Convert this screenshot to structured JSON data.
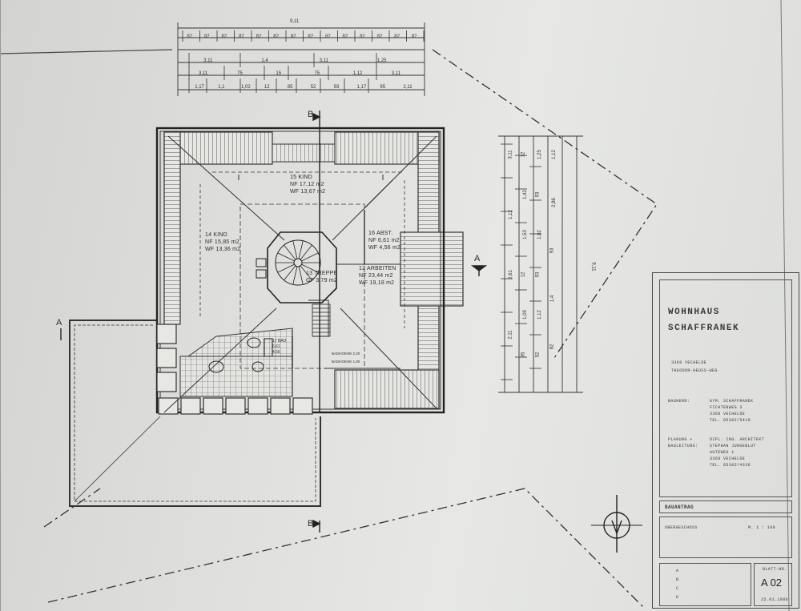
{
  "project": {
    "title_line1": "WOHNHAUS",
    "title_line2": "SCHAFFRANEK",
    "location_line1": "3368 VECHELDE",
    "location_line2": "THEODOR-HEUSS-WEG"
  },
  "bauherr": {
    "label": "BAUHERR:",
    "line1": "GYM. SCHAFFRANEK",
    "line2": "FICHTENWEG 3",
    "line3": "3368 VECHELDE",
    "line4": "TEL. 05302/5410"
  },
  "planung": {
    "label1": "PLANUNG +",
    "label2": "BAULEITUNG:",
    "line1": "DIPL. ING. ARCHITEKT",
    "line2": "STEPHAN JUNGEBLUT",
    "line3": "AUTEWEG 1",
    "line4": "3368 VECHELDE",
    "line5": "TEL. 05302/4336"
  },
  "document": {
    "type": "BAUANTRAG",
    "floor": "OBERGESCHOSS",
    "scale": "M. 1 : 100",
    "sheet_label": "BLATT-NR.",
    "sheet_no": "A 02",
    "date": "15.01.1986",
    "revisions": [
      "A",
      "B",
      "C",
      "D"
    ]
  },
  "rooms": [
    {
      "name": "15 KIND",
      "nf": "NF 17,12 m2",
      "wf": "WF 13,67 m2"
    },
    {
      "name": "14 KIND",
      "nf": "NF 15,85 m2",
      "wf": "WF 13,36 m2"
    },
    {
      "name": "16 ABST.",
      "nf": "NF 6,61 m2",
      "wf": "WF 4,56 m2"
    },
    {
      "name": "13 TREPPE",
      "nf": "GF 3,79 m2",
      "wf": ""
    },
    {
      "name": "12 ARBEITEN",
      "nf": "NF 23,44 m2",
      "wf": "WF 19,18 m2"
    }
  ],
  "bath": {
    "name": "17 BAD",
    "nf": "6,61",
    "wf": "4,56"
  },
  "notes": [
    "BADHOEHE 2,20",
    "BADHOEHE 1,80"
  ],
  "section_marks": {
    "a": "A",
    "b": "B"
  },
  "dims_top": {
    "overall": "9,11",
    "row1": [
      "82",
      "82",
      "82",
      "82",
      "82",
      "82",
      "82",
      "82",
      "82",
      "82",
      "82",
      "82",
      "82",
      "82"
    ],
    "row2": [
      "3,11",
      "1,4",
      "3,11",
      "1,25"
    ],
    "row3": [
      "3,11",
      "75",
      "15",
      "75",
      "1,12",
      "3,11"
    ],
    "row4": [
      "1,17",
      "1,1",
      "1,02",
      "12",
      "85",
      "52",
      "93",
      "1,17",
      "95",
      "2,11"
    ]
  },
  "dims_right": {
    "overall": "9,11",
    "col1": [
      "3,11",
      "1,12",
      "2,61",
      "2,11"
    ],
    "col2": [
      "12",
      "1,42",
      "1,53",
      "12",
      "1,09",
      "95"
    ],
    "col3": [
      "1,25",
      "93",
      "1,02",
      "93",
      "1,12",
      "52"
    ],
    "col4": [
      "1,12",
      "2,86",
      "93",
      "1,4",
      "82"
    ]
  }
}
